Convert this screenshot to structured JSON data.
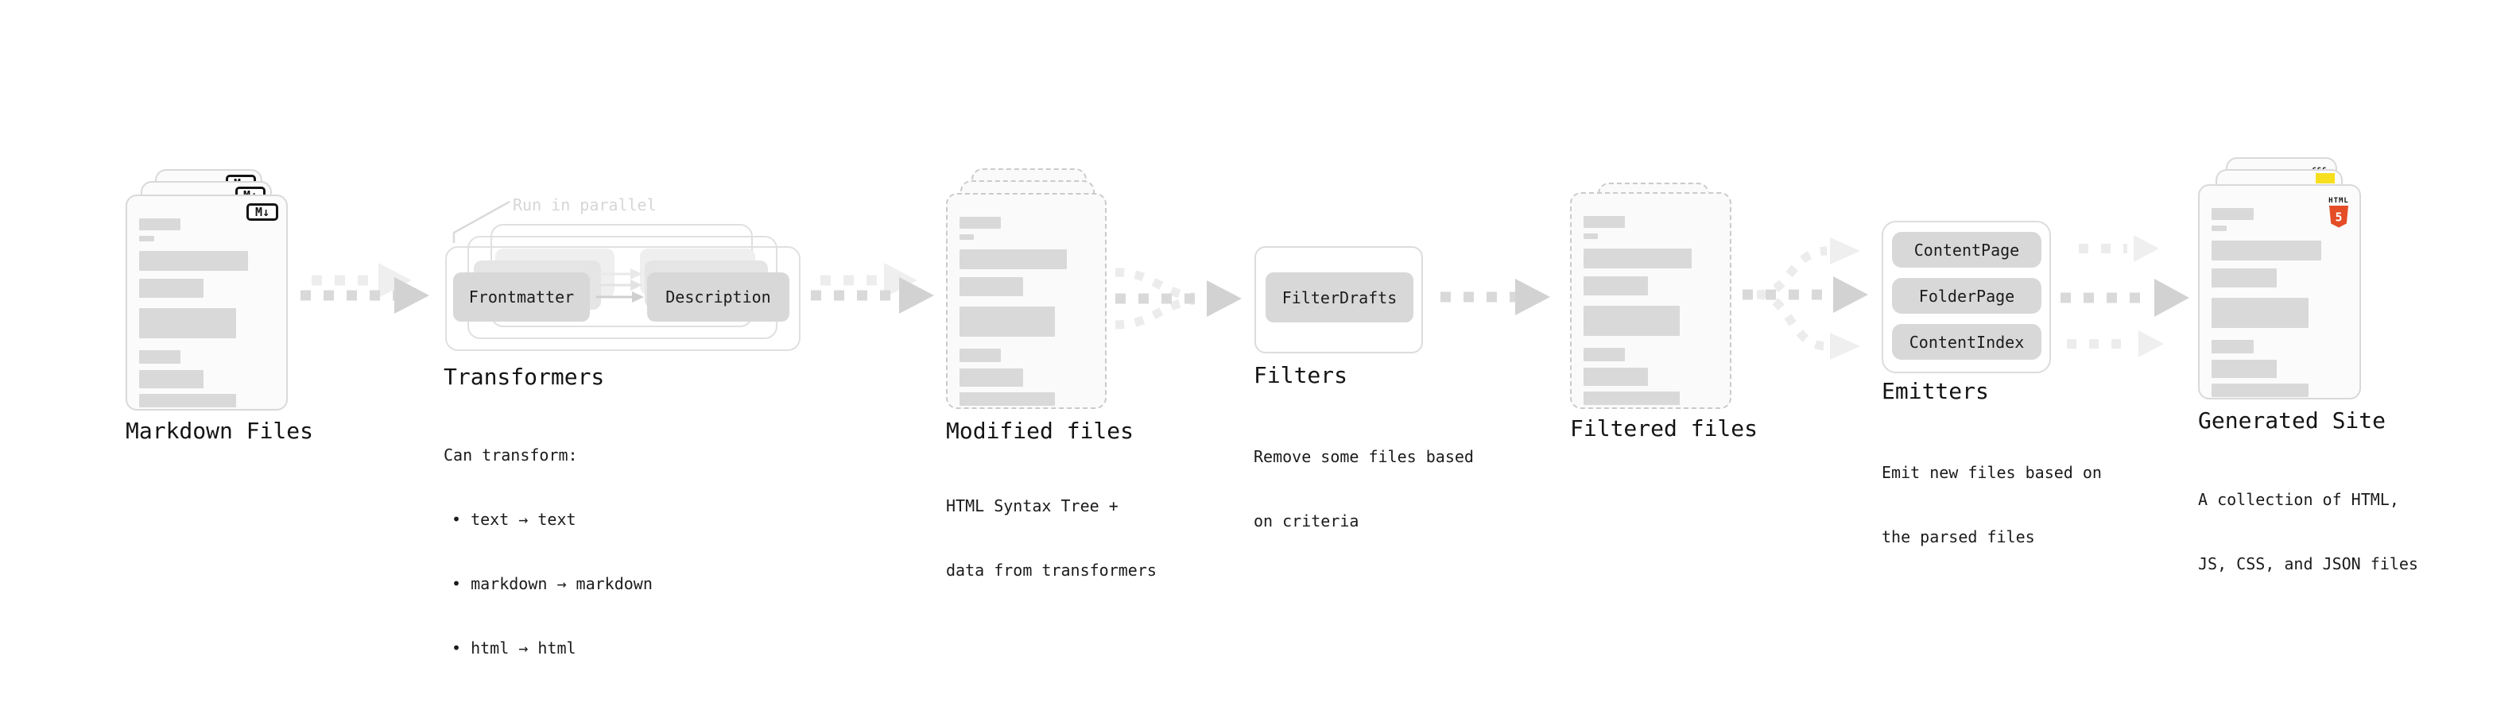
{
  "stages": {
    "markdown": {
      "title": "Markdown Files",
      "badge": "M↓"
    },
    "transformers": {
      "title": "Transformers",
      "note": "Run in parallel",
      "pills": [
        "Frontmatter",
        "Description"
      ],
      "desc": [
        "Can transform:",
        "• text → text",
        "• markdown → markdown",
        "• html → html"
      ]
    },
    "modified": {
      "title": "Modified files",
      "desc": [
        "HTML Syntax Tree +",
        "data from transformers"
      ]
    },
    "filters": {
      "title": "Filters",
      "pills": [
        "FilterDrafts"
      ],
      "desc": [
        "Remove some files based",
        "on criteria"
      ]
    },
    "filtered": {
      "title": "Filtered files"
    },
    "emitters": {
      "title": "Emitters",
      "pills": [
        "ContentPage",
        "FolderPage",
        "ContentIndex"
      ],
      "desc": [
        "Emit new files based on",
        "the parsed files"
      ]
    },
    "generated": {
      "title": "Generated Site",
      "desc": [
        "A collection of HTML,",
        "JS, CSS, and JSON files"
      ],
      "icons": {
        "css_label": "CSS",
        "html_label": "HTML",
        "html_number": "5"
      }
    }
  },
  "colors": {
    "html5_orange": "#E44D26",
    "js_yellow": "#F7DF1E",
    "css_blue": "#2965F1",
    "placeholder_bar": "#d9d9d9"
  }
}
